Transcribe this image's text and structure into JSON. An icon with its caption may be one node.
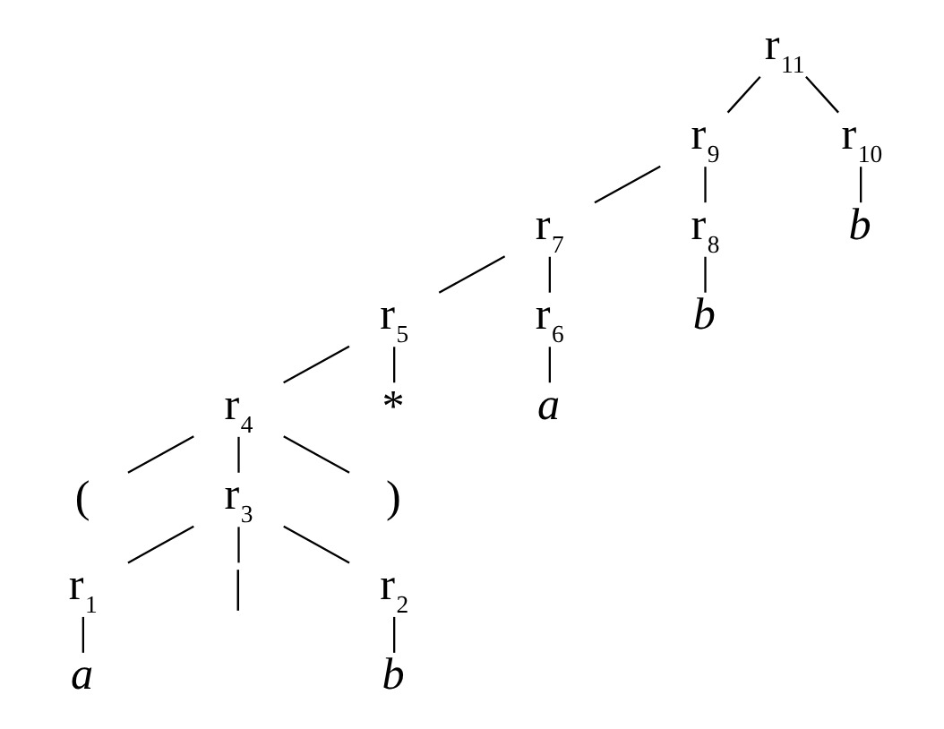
{
  "diagram": {
    "nodes": [
      {
        "text": [
          "r$_{11}$"
        ]
      },
      {
        "text": [
          "r$_{9}$"
        ]
      },
      {
        "text": [
          "r$_{10}$"
        ]
      },
      {
        "text": [
          "r$_{7}$"
        ]
      },
      {
        "text": [
          "r$_{8}$"
        ]
      },
      {
        "text": [
          "b"
        ]
      },
      {
        "text": [
          "r$_{5}$"
        ]
      },
      {
        "text": [
          "r$_{6}$"
        ]
      },
      {
        "text": [
          "b"
        ]
      },
      {
        "text": [
          "r$_{4}$"
        ]
      },
      {
        "text": [
          "*"
        ]
      },
      {
        "text": [
          "a"
        ]
      },
      {
        "text": [
          "("
        ]
      },
      {
        "text": [
          "r$_{3}$"
        ]
      },
      {
        "text": [
          ")"
        ]
      },
      {
        "text": [
          "r$_{1}$"
        ]
      },
      {
        "text": [
          "|"
        ]
      },
      {
        "text": [
          "r$_{2}$"
        ]
      },
      {
        "text": [
          "a"
        ]
      },
      {
        "text": [
          "b"
        ]
      }
    ],
    "edges": [
      {
        "from": 0,
        "to": 1,
        "arrow": "none"
      },
      {
        "from": 0,
        "to": 2,
        "arrow": "none"
      },
      {
        "from": 1,
        "to": 3,
        "arrow": "none"
      },
      {
        "from": 1,
        "to": 4,
        "arrow": "none"
      },
      {
        "from": 2,
        "to": 5,
        "arrow": "none"
      },
      {
        "from": 3,
        "to": 6,
        "arrow": "none"
      },
      {
        "from": 3,
        "to": 7,
        "arrow": "none"
      },
      {
        "from": 4,
        "to": 8,
        "arrow": "none"
      },
      {
        "from": 6,
        "to": 9,
        "arrow": "none"
      },
      {
        "from": 6,
        "to": 10,
        "arrow": "none"
      },
      {
        "from": 7,
        "to": 11,
        "arrow": "none"
      },
      {
        "from": 9,
        "to": 12,
        "arrow": "none"
      },
      {
        "from": 9,
        "to": 13,
        "arrow": "none"
      },
      {
        "from": 9,
        "to": 14,
        "arrow": "none"
      },
      {
        "from": 13,
        "to": 15,
        "arrow": "none"
      },
      {
        "from": 13,
        "to": 16,
        "arrow": "none"
      },
      {
        "from": 13,
        "to": 17,
        "arrow": "none"
      },
      {
        "from": 15,
        "to": 18,
        "arrow": "none"
      },
      {
        "from": 17,
        "to": 19,
        "arrow": "none"
      }
    ]
  }
}
